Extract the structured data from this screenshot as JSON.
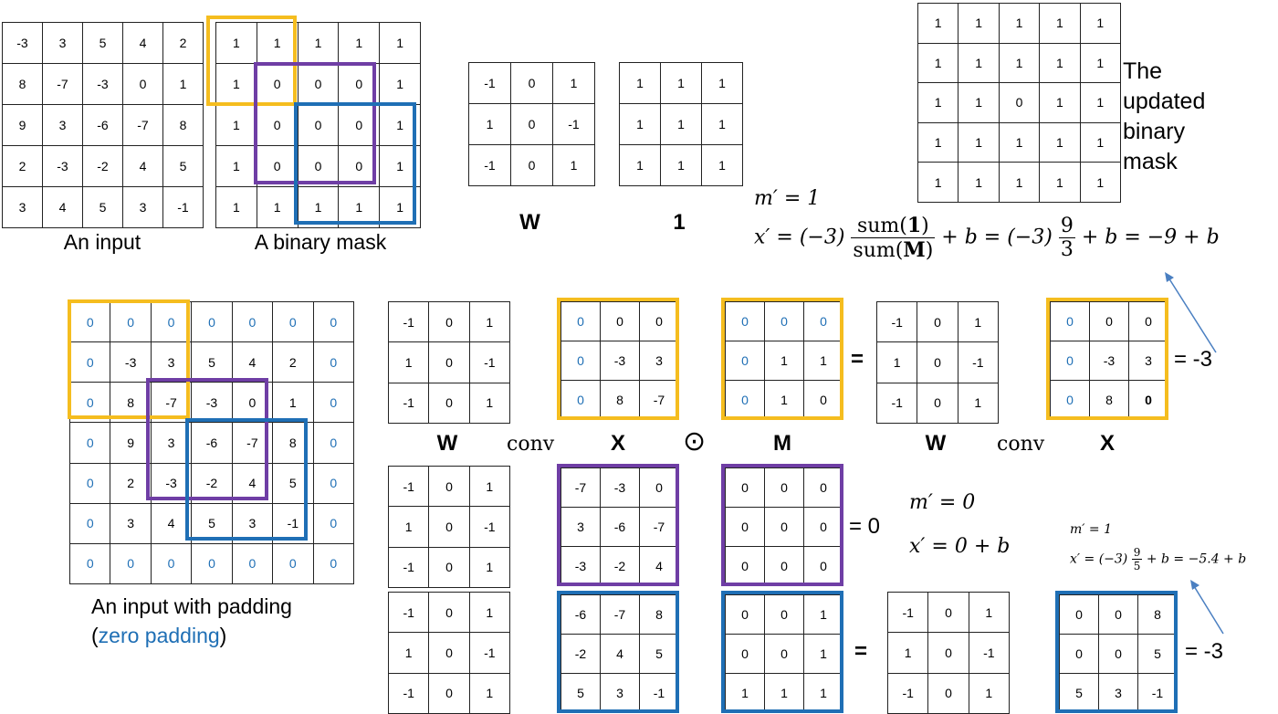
{
  "colors": {
    "yellow": "#f5bd1f",
    "purple": "#6f3ea5",
    "blue": "#1f6fb5",
    "grid": "#222222"
  },
  "grids": {
    "input": [
      [
        "-3",
        "3",
        "5",
        "4",
        "2"
      ],
      [
        "8",
        "-7",
        "-3",
        "0",
        "1"
      ],
      [
        "9",
        "3",
        "-6",
        "-7",
        "8"
      ],
      [
        "2",
        "-3",
        "-2",
        "4",
        "5"
      ],
      [
        "3",
        "4",
        "5",
        "3",
        "-1"
      ]
    ],
    "mask": [
      [
        "1",
        "1",
        "1",
        "1",
        "1"
      ],
      [
        "1",
        "0",
        "0",
        "0",
        "1"
      ],
      [
        "1",
        "0",
        "0",
        "0",
        "1"
      ],
      [
        "1",
        "0",
        "0",
        "0",
        "1"
      ],
      [
        "1",
        "1",
        "1",
        "1",
        "1"
      ]
    ],
    "w_top": [
      [
        "-1",
        "0",
        "1"
      ],
      [
        "1",
        "0",
        "-1"
      ],
      [
        "-1",
        "0",
        "1"
      ]
    ],
    "ones": [
      [
        "1",
        "1",
        "1"
      ],
      [
        "1",
        "1",
        "1"
      ],
      [
        "1",
        "1",
        "1"
      ]
    ],
    "updated": [
      [
        "1",
        "1",
        "1",
        "1",
        "1"
      ],
      [
        "1",
        "1",
        "1",
        "1",
        "1"
      ],
      [
        "1",
        "1",
        "0",
        "1",
        "1"
      ],
      [
        "1",
        "1",
        "1",
        "1",
        "1"
      ],
      [
        "1",
        "1",
        "1",
        "1",
        "1"
      ]
    ],
    "padded": [
      [
        "0",
        "0",
        "0",
        "0",
        "0",
        "0",
        "0"
      ],
      [
        "0",
        "-3",
        "3",
        "5",
        "4",
        "2",
        "0"
      ],
      [
        "0",
        "8",
        "-7",
        "-3",
        "0",
        "1",
        "0"
      ],
      [
        "0",
        "9",
        "3",
        "-6",
        "-7",
        "8",
        "0"
      ],
      [
        "0",
        "2",
        "-3",
        "-2",
        "4",
        "5",
        "0"
      ],
      [
        "0",
        "3",
        "4",
        "5",
        "3",
        "-1",
        "0"
      ],
      [
        "0",
        "0",
        "0",
        "0",
        "0",
        "0",
        "0"
      ]
    ],
    "r1_w": [
      [
        "-1",
        "0",
        "1"
      ],
      [
        "1",
        "0",
        "-1"
      ],
      [
        "-1",
        "0",
        "1"
      ]
    ],
    "r1_x": [
      [
        "0",
        "0",
        "0"
      ],
      [
        "0",
        "-3",
        "3"
      ],
      [
        "0",
        "8",
        "-7"
      ]
    ],
    "r1_m": [
      [
        "0",
        "0",
        "0"
      ],
      [
        "0",
        "1",
        "1"
      ],
      [
        "0",
        "1",
        "0"
      ]
    ],
    "r1_w2": [
      [
        "-1",
        "0",
        "1"
      ],
      [
        "1",
        "0",
        "-1"
      ],
      [
        "-1",
        "0",
        "1"
      ]
    ],
    "r1_res": [
      [
        "0",
        "0",
        "0"
      ],
      [
        "0",
        "-3",
        "3"
      ],
      [
        "0",
        "8",
        "0"
      ]
    ],
    "r2_w": [
      [
        "-1",
        "0",
        "1"
      ],
      [
        "1",
        "0",
        "-1"
      ],
      [
        "-1",
        "0",
        "1"
      ]
    ],
    "r2_x": [
      [
        "-7",
        "-3",
        "0"
      ],
      [
        "3",
        "-6",
        "-7"
      ],
      [
        "-3",
        "-2",
        "4"
      ]
    ],
    "r2_m": [
      [
        "0",
        "0",
        "0"
      ],
      [
        "0",
        "0",
        "0"
      ],
      [
        "0",
        "0",
        "0"
      ]
    ],
    "r3_w": [
      [
        "-1",
        "0",
        "1"
      ],
      [
        "1",
        "0",
        "-1"
      ],
      [
        "-1",
        "0",
        "1"
      ]
    ],
    "r3_x": [
      [
        "-6",
        "-7",
        "8"
      ],
      [
        "-2",
        "4",
        "5"
      ],
      [
        "5",
        "3",
        "-1"
      ]
    ],
    "r3_m": [
      [
        "0",
        "0",
        "1"
      ],
      [
        "0",
        "0",
        "1"
      ],
      [
        "1",
        "1",
        "1"
      ]
    ],
    "r3_w2": [
      [
        "-1",
        "0",
        "1"
      ],
      [
        "1",
        "0",
        "-1"
      ],
      [
        "-1",
        "0",
        "1"
      ]
    ],
    "r3_res": [
      [
        "0",
        "0",
        "8"
      ],
      [
        "0",
        "0",
        "5"
      ],
      [
        "5",
        "3",
        "-1"
      ]
    ]
  },
  "captions": {
    "input": "An input",
    "mask": "A binary mask",
    "updated": [
      "The",
      "updated",
      "binary",
      "mask"
    ],
    "padded_line1": "An input with padding",
    "padded_open": "(",
    "padded_note": "zero padding",
    "padded_close": ")"
  },
  "labels": {
    "W": "W",
    "one": "1",
    "conv": "conv",
    "X": "X",
    "M": "M",
    "odot": "⊙",
    "eq": "="
  },
  "results": {
    "r1": "= -3",
    "r2": "= 0",
    "r3": "= -3"
  },
  "formulas": {
    "top_m": "m′ = 1",
    "top_x_lhs": "x′ = (−3)",
    "top_frac_num": "sum(1)",
    "top_frac_den": "sum(M)",
    "top_mid": "+ b = (−3)",
    "top_frac2_num": "9",
    "top_frac2_den": "3",
    "top_end": "+ b = −9 + b",
    "mid_m": "m′ = 0",
    "mid_x": "x′ = 0 + b",
    "small_m": "m′ = 1",
    "small_x_lhs": "x′ = (−3)",
    "small_frac_num": "9",
    "small_frac_den": "5",
    "small_end": "+ b = −5.4 + b"
  }
}
